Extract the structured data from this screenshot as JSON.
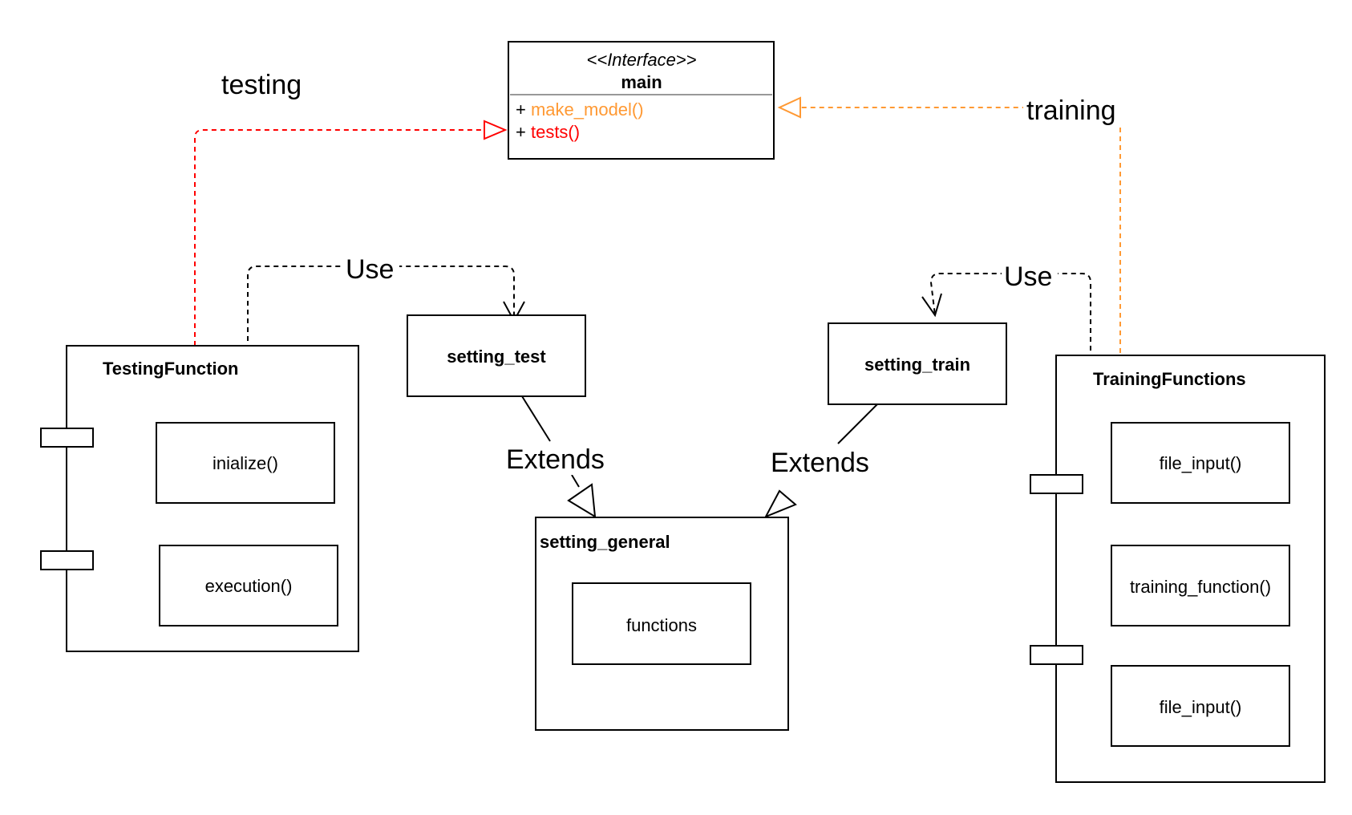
{
  "colors": {
    "testing_edge": "#ff0000",
    "training_edge": "#ff9933",
    "make_model_text": "#ff9933",
    "tests_text": "#ff0000",
    "divider": "#999999"
  },
  "interface": {
    "stereotype": "<<Interface>>",
    "name": "main",
    "methods": [
      {
        "prefix": "+ ",
        "name": "make_model()"
      },
      {
        "prefix": "+ ",
        "name": "tests()"
      }
    ]
  },
  "labels": {
    "testing": "testing",
    "training": "training",
    "use_left": "Use",
    "use_right": "Use",
    "extends_left": "Extends",
    "extends_right": "Extends"
  },
  "testing_function": {
    "title": "TestingFunction",
    "methods": [
      "inialize()",
      "execution()"
    ]
  },
  "setting_test": {
    "title": "setting_test"
  },
  "setting_train": {
    "title": "setting_train"
  },
  "setting_general": {
    "title": "setting_general",
    "inner": "functions"
  },
  "training_functions": {
    "title": "TrainingFunctions",
    "methods": [
      "file_input()",
      "training_function()",
      "file_input()"
    ]
  }
}
